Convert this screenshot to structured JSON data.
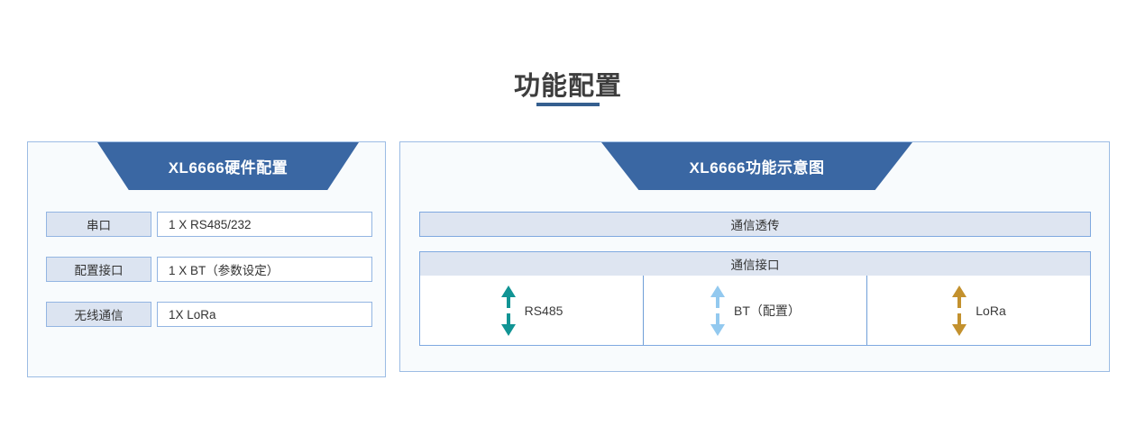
{
  "page": {
    "title": "功能配置"
  },
  "left_panel": {
    "banner_title": "XL6666硬件配置",
    "rows": [
      {
        "label": "串口",
        "value": "1 X RS485/232"
      },
      {
        "label": "配置接口",
        "value": "1 X BT（参数设定）"
      },
      {
        "label": "无线通信",
        "value": "1X LoRa"
      }
    ]
  },
  "right_panel": {
    "banner_title": "XL6666功能示意图",
    "bars": [
      {
        "label": "通信透传"
      },
      {
        "label": "通信接口"
      }
    ],
    "interfaces": [
      {
        "label": "RS485",
        "arrow_color": "#119494"
      },
      {
        "label": "BT（配置）",
        "arrow_color": "#93c9ef"
      },
      {
        "label": "LoRa",
        "arrow_color": "#c3912e"
      }
    ]
  },
  "colors": {
    "banner": "#3a67a3",
    "title_rule": "#355f8f",
    "panel_border": "#9cbce4",
    "panel_bg": "#f8fbfd",
    "cell_fill": "#dce4f1",
    "cell_border": "#93b5e2",
    "bar_fill": "#dee5f1",
    "bar_border": "#7fa9e0"
  }
}
